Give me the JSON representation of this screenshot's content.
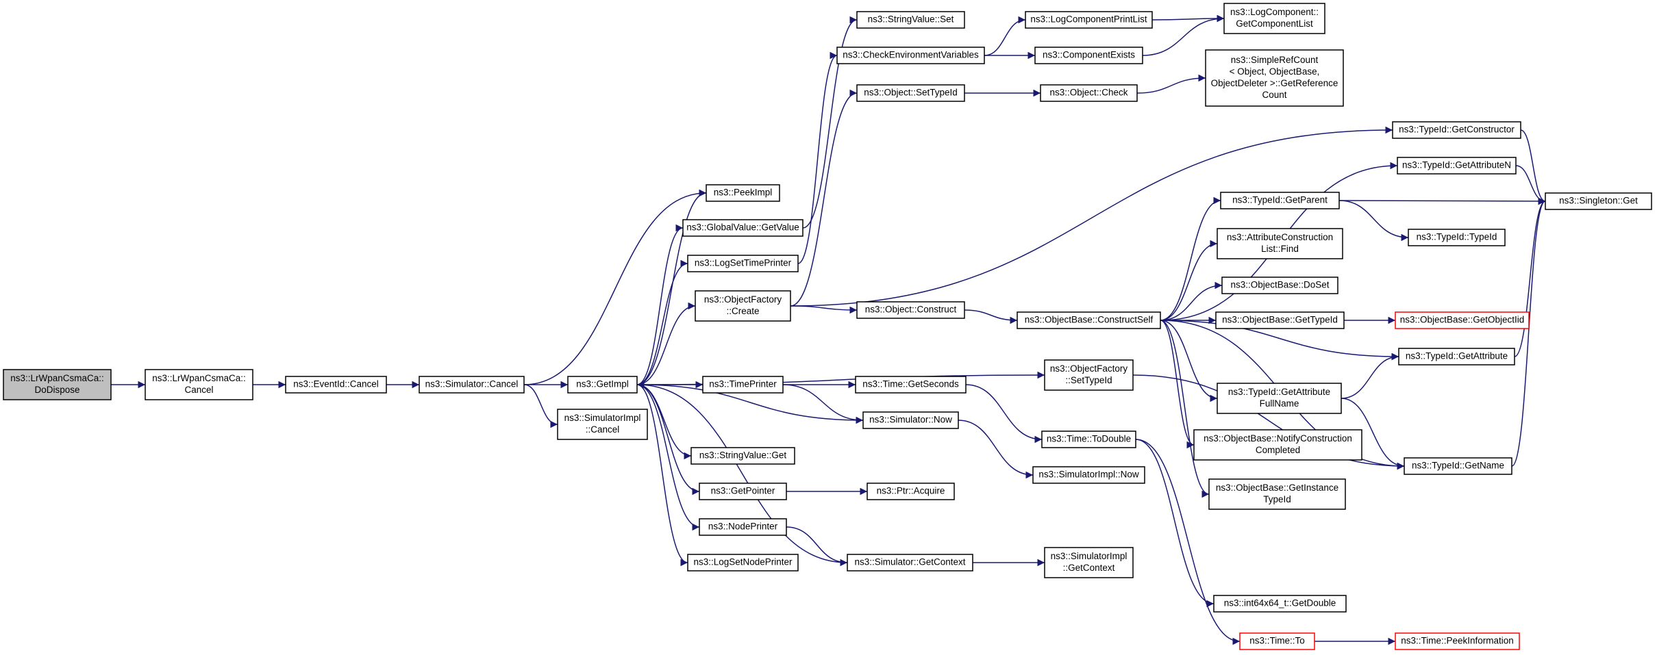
{
  "diagram": {
    "nodes": [
      {
        "id": "root",
        "lines": [
          "ns3::LrWpanCsmaCa::",
          "DoDispose"
        ],
        "style": "root"
      },
      {
        "id": "csmaCancel",
        "lines": [
          "ns3::LrWpanCsmaCa::",
          "Cancel"
        ]
      },
      {
        "id": "eventCancel",
        "lines": [
          "ns3::EventId::Cancel"
        ]
      },
      {
        "id": "simCancel",
        "lines": [
          "ns3::Simulator::Cancel"
        ]
      },
      {
        "id": "getImpl",
        "lines": [
          "ns3::GetImpl"
        ]
      },
      {
        "id": "simImplCancel",
        "lines": [
          "ns3::SimulatorImpl",
          "::Cancel"
        ]
      },
      {
        "id": "peekImpl",
        "lines": [
          "ns3::PeekImpl"
        ]
      },
      {
        "id": "gvGetValue",
        "lines": [
          "ns3::GlobalValue::GetValue"
        ]
      },
      {
        "id": "logSetTime",
        "lines": [
          "ns3::LogSetTimePrinter"
        ]
      },
      {
        "id": "ofCreate",
        "lines": [
          "ns3::ObjectFactory",
          "::Create"
        ]
      },
      {
        "id": "timePrinter",
        "lines": [
          "ns3::TimePrinter"
        ]
      },
      {
        "id": "svGet",
        "lines": [
          "ns3::StringValue::Get"
        ]
      },
      {
        "id": "getPointer",
        "lines": [
          "ns3::GetPointer"
        ]
      },
      {
        "id": "nodePrinter",
        "lines": [
          "ns3::NodePrinter"
        ]
      },
      {
        "id": "logSetNode",
        "lines": [
          "ns3::LogSetNodePrinter"
        ]
      },
      {
        "id": "svSet",
        "lines": [
          "ns3::StringValue::Set"
        ]
      },
      {
        "id": "checkEnv",
        "lines": [
          "ns3::CheckEnvironmentVariables"
        ]
      },
      {
        "id": "objSetTypeId",
        "lines": [
          "ns3::Object::SetTypeId"
        ]
      },
      {
        "id": "objConstruct",
        "lines": [
          "ns3::Object::Construct"
        ]
      },
      {
        "id": "timeGetSeconds",
        "lines": [
          "ns3::Time::GetSeconds"
        ]
      },
      {
        "id": "simNow",
        "lines": [
          "ns3::Simulator::Now"
        ]
      },
      {
        "id": "ptrAcquire",
        "lines": [
          "ns3::Ptr::Acquire"
        ]
      },
      {
        "id": "simGetContext",
        "lines": [
          "ns3::Simulator::GetContext"
        ]
      },
      {
        "id": "logCompPrint",
        "lines": [
          "ns3::LogComponentPrintList"
        ]
      },
      {
        "id": "compExists",
        "lines": [
          "ns3::ComponentExists"
        ]
      },
      {
        "id": "objCheck",
        "lines": [
          "ns3::Object::Check"
        ]
      },
      {
        "id": "obConstructSelf",
        "lines": [
          "ns3::ObjectBase::ConstructSelf"
        ]
      },
      {
        "id": "ofSetTypeId",
        "lines": [
          "ns3::ObjectFactory",
          "::SetTypeId"
        ]
      },
      {
        "id": "timeToDouble",
        "lines": [
          "ns3::Time::ToDouble"
        ]
      },
      {
        "id": "simImplNow",
        "lines": [
          "ns3::SimulatorImpl::Now"
        ]
      },
      {
        "id": "simImplGetContext",
        "lines": [
          "ns3::SimulatorImpl",
          "::GetContext"
        ]
      },
      {
        "id": "logCompGetList",
        "lines": [
          "ns3::LogComponent::",
          "GetComponentList"
        ]
      },
      {
        "id": "simpleRefCount",
        "lines": [
          "ns3::SimpleRefCount",
          "< Object, ObjectBase,",
          "ObjectDeleter >::GetReference",
          "Count"
        ]
      },
      {
        "id": "tidGetParent",
        "lines": [
          "ns3::TypeId::GetParent"
        ]
      },
      {
        "id": "acListFind",
        "lines": [
          "ns3::AttributeConstruction",
          "List::Find"
        ]
      },
      {
        "id": "obDoSet",
        "lines": [
          "ns3::ObjectBase::DoSet"
        ]
      },
      {
        "id": "obGetTypeId",
        "lines": [
          "ns3::ObjectBase::GetTypeId"
        ]
      },
      {
        "id": "tidGetAttrFullName",
        "lines": [
          "ns3::TypeId::GetAttribute",
          "FullName"
        ]
      },
      {
        "id": "obNotify",
        "lines": [
          "ns3::ObjectBase::NotifyConstruction",
          "Completed"
        ]
      },
      {
        "id": "obGetInstanceTypeId",
        "lines": [
          "ns3::ObjectBase::GetInstance",
          "TypeId"
        ]
      },
      {
        "id": "int64GetDouble",
        "lines": [
          "ns3::int64x64_t::GetDouble"
        ]
      },
      {
        "id": "timeTo",
        "lines": [
          "ns3::Time::To"
        ],
        "style": "truncated"
      },
      {
        "id": "tidGetConstructor",
        "lines": [
          "ns3::TypeId::GetConstructor"
        ]
      },
      {
        "id": "tidGetAttributeN",
        "lines": [
          "ns3::TypeId::GetAttributeN"
        ]
      },
      {
        "id": "tidTypeId",
        "lines": [
          "ns3::TypeId::TypeId"
        ]
      },
      {
        "id": "obGetObjectIid",
        "lines": [
          "ns3::ObjectBase::GetObjectIid"
        ],
        "style": "truncated"
      },
      {
        "id": "tidGetAttribute",
        "lines": [
          "ns3::TypeId::GetAttribute"
        ]
      },
      {
        "id": "tidGetName",
        "lines": [
          "ns3::TypeId::GetName"
        ]
      },
      {
        "id": "timePeekInfo",
        "lines": [
          "ns3::Time::PeekInformation"
        ],
        "style": "truncated"
      },
      {
        "id": "singletonGet",
        "lines": [
          "ns3::Singleton::Get"
        ]
      }
    ],
    "edges": [
      [
        "root",
        "csmaCancel"
      ],
      [
        "csmaCancel",
        "eventCancel"
      ],
      [
        "eventCancel",
        "simCancel"
      ],
      [
        "simCancel",
        "getImpl"
      ],
      [
        "simCancel",
        "simImplCancel"
      ],
      [
        "simCancel",
        "peekImpl"
      ],
      [
        "getImpl",
        "peekImpl"
      ],
      [
        "getImpl",
        "gvGetValue"
      ],
      [
        "getImpl",
        "logSetTime"
      ],
      [
        "getImpl",
        "ofCreate"
      ],
      [
        "getImpl",
        "timePrinter"
      ],
      [
        "getImpl",
        "svGet"
      ],
      [
        "getImpl",
        "getPointer"
      ],
      [
        "getImpl",
        "nodePrinter"
      ],
      [
        "getImpl",
        "logSetNode"
      ],
      [
        "getImpl",
        "ofSetTypeId"
      ],
      [
        "gvGetValue",
        "svSet"
      ],
      [
        "logSetTime",
        "checkEnv"
      ],
      [
        "ofCreate",
        "objSetTypeId"
      ],
      [
        "ofCreate",
        "objConstruct"
      ],
      [
        "ofCreate",
        "tidGetConstructor"
      ],
      [
        "timePrinter",
        "timeGetSeconds"
      ],
      [
        "timePrinter",
        "simNow"
      ],
      [
        "simNow",
        "getImpl"
      ],
      [
        "simNow",
        "simImplNow"
      ],
      [
        "getPointer",
        "ptrAcquire"
      ],
      [
        "nodePrinter",
        "simGetContext"
      ],
      [
        "simGetContext",
        "getImpl"
      ],
      [
        "simGetContext",
        "simImplGetContext"
      ],
      [
        "checkEnv",
        "logCompPrint"
      ],
      [
        "checkEnv",
        "compExists"
      ],
      [
        "logCompPrint",
        "logCompGetList"
      ],
      [
        "compExists",
        "logCompGetList"
      ],
      [
        "objSetTypeId",
        "objCheck"
      ],
      [
        "objCheck",
        "simpleRefCount"
      ],
      [
        "objConstruct",
        "obConstructSelf"
      ],
      [
        "timeGetSeconds",
        "timeToDouble"
      ],
      [
        "timeToDouble",
        "int64GetDouble"
      ],
      [
        "timeToDouble",
        "timeTo"
      ],
      [
        "ofSetTypeId",
        "tidGetName"
      ],
      [
        "obConstructSelf",
        "tidGetAttributeN"
      ],
      [
        "obConstructSelf",
        "tidGetParent"
      ],
      [
        "obConstructSelf",
        "acListFind"
      ],
      [
        "obConstructSelf",
        "obDoSet"
      ],
      [
        "obConstructSelf",
        "obGetTypeId"
      ],
      [
        "obConstructSelf",
        "tidGetAttribute"
      ],
      [
        "obConstructSelf",
        "tidGetAttrFullName"
      ],
      [
        "obConstructSelf",
        "obNotify"
      ],
      [
        "obConstructSelf",
        "obGetInstanceTypeId"
      ],
      [
        "obConstructSelf",
        "tidGetName"
      ],
      [
        "obGetTypeId",
        "obGetObjectIid"
      ],
      [
        "tidGetParent",
        "singletonGet"
      ],
      [
        "tidGetParent",
        "tidTypeId"
      ],
      [
        "tidGetConstructor",
        "singletonGet"
      ],
      [
        "tidGetAttributeN",
        "singletonGet"
      ],
      [
        "tidGetAttribute",
        "singletonGet"
      ],
      [
        "tidGetAttrFullName",
        "tidGetAttribute"
      ],
      [
        "tidGetAttrFullName",
        "tidGetName"
      ],
      [
        "tidGetName",
        "singletonGet"
      ],
      [
        "timeTo",
        "timePeekInfo"
      ]
    ]
  }
}
